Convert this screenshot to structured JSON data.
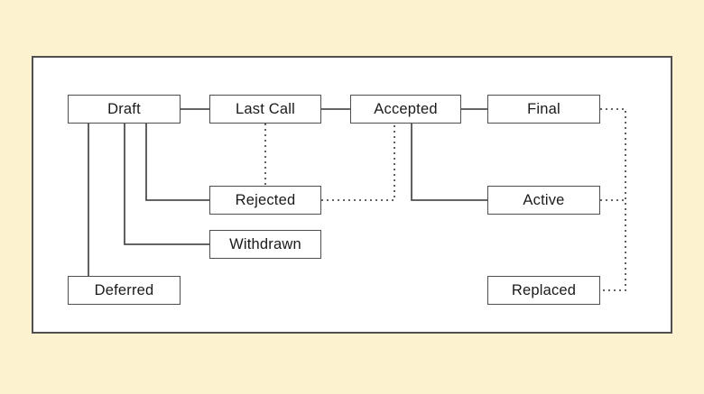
{
  "diagram": {
    "nodes": {
      "draft": {
        "label": "Draft"
      },
      "last_call": {
        "label": "Last Call"
      },
      "accepted": {
        "label": "Accepted"
      },
      "final": {
        "label": "Final"
      },
      "rejected": {
        "label": "Rejected"
      },
      "active": {
        "label": "Active"
      },
      "withdrawn": {
        "label": "Withdrawn"
      },
      "deferred": {
        "label": "Deferred"
      },
      "replaced": {
        "label": "Replaced"
      }
    },
    "edges": [
      {
        "from": "draft",
        "to": "last_call",
        "style": "solid"
      },
      {
        "from": "last_call",
        "to": "accepted",
        "style": "solid"
      },
      {
        "from": "accepted",
        "to": "final",
        "style": "solid"
      },
      {
        "from": "draft",
        "to": "rejected",
        "style": "solid"
      },
      {
        "from": "draft",
        "to": "withdrawn",
        "style": "solid"
      },
      {
        "from": "draft",
        "to": "deferred",
        "style": "solid"
      },
      {
        "from": "accepted",
        "to": "active",
        "style": "solid"
      },
      {
        "from": "last_call",
        "to": "rejected",
        "style": "dotted"
      },
      {
        "from": "rejected",
        "to": "accepted",
        "style": "dotted"
      },
      {
        "from": "final",
        "to": "replaced",
        "style": "dotted"
      },
      {
        "from": "active",
        "to": "replaced",
        "style": "dotted"
      }
    ],
    "colors": {
      "background": "#fcf2d0",
      "panel_background": "#ffffff",
      "border": "#4f4f4f",
      "line": "#4f4f4f",
      "text": "#1a1a1a"
    }
  }
}
